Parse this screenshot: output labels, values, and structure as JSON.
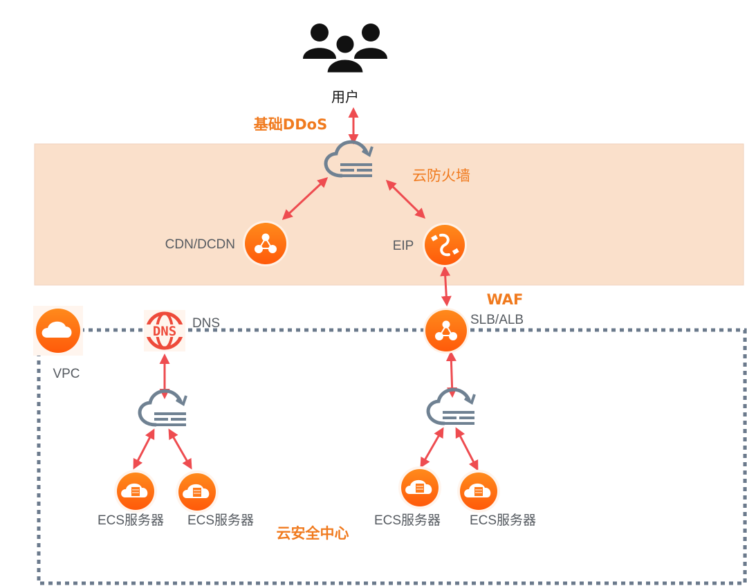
{
  "colors": {
    "accent": "#f07a1e",
    "arrow": "#ee4c50",
    "band": "#fae0cb",
    "dotted": "#6b7a8c",
    "icon_gray": "#6f8192",
    "icon_orange": "#ff6a10"
  },
  "labels": {
    "users": "用户",
    "ddos": "基础DDoS",
    "firewall": "云防火墙",
    "cdn": "CDN/DCDN",
    "eip": "EIP",
    "waf": "WAF",
    "slb": "SLB/ALB",
    "vpc": "VPC",
    "dns": "DNS",
    "dns_icon_text": "DNS",
    "ecs": [
      "ECS服务器",
      "ECS服务器",
      "ECS服务器",
      "ECS服务器"
    ],
    "security_center": "云安全中心"
  },
  "icons": {
    "users": "users-group-icon",
    "firewall": "cloud-firewall-icon",
    "cdn": "network-nodes-icon",
    "eip": "elastic-ip-plug-icon",
    "slb": "load-balancer-icon",
    "vpc": "vpc-cloud-icon",
    "dns": "dns-globe-icon",
    "ecs": "ecs-cloud-server-icon"
  }
}
